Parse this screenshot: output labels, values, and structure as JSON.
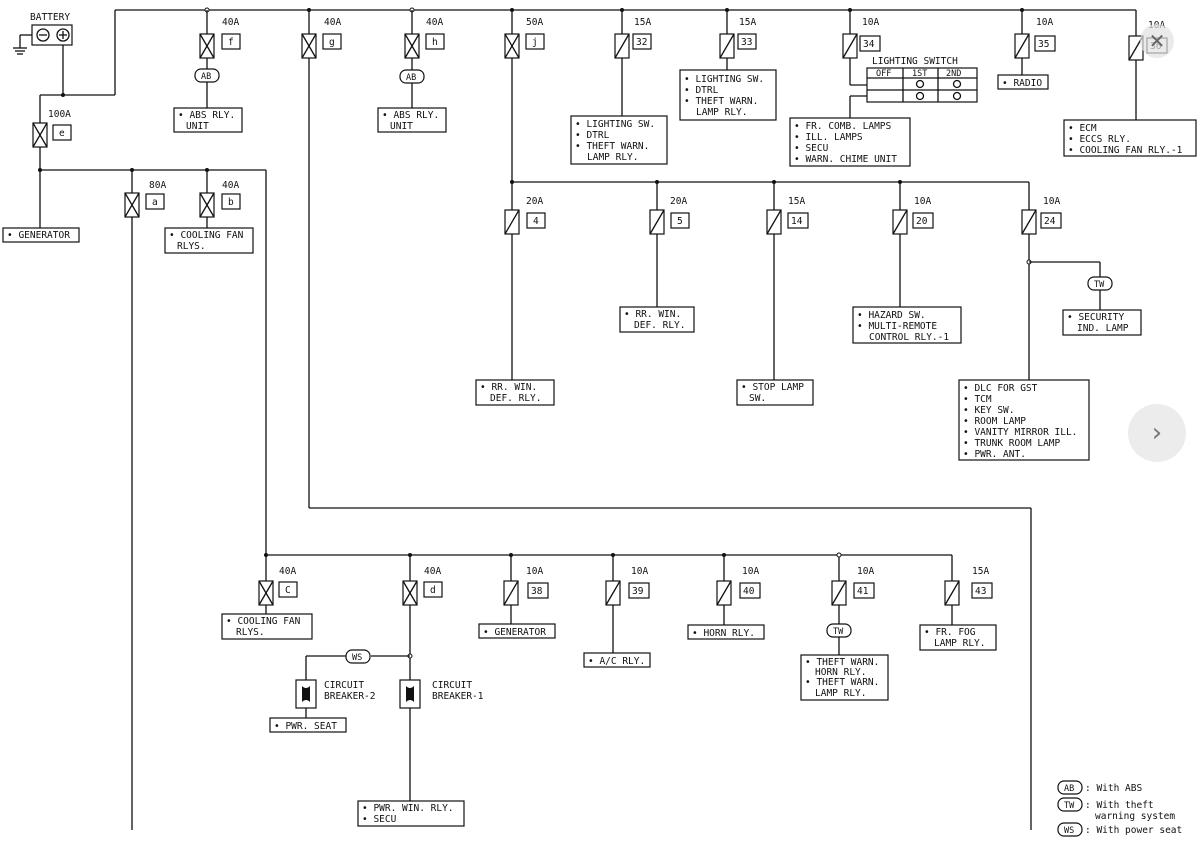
{
  "battery": {
    "label": "BATTERY"
  },
  "fusible_links": [
    {
      "id": "e",
      "rating": "100A"
    },
    {
      "id": "a",
      "rating": "80A"
    },
    {
      "id": "b",
      "rating": "40A"
    },
    {
      "id": "f",
      "rating": "40A"
    },
    {
      "id": "g",
      "rating": "40A"
    },
    {
      "id": "h",
      "rating": "40A"
    },
    {
      "id": "j",
      "rating": "50A"
    },
    {
      "id": "C",
      "rating": "40A"
    },
    {
      "id": "d",
      "rating": "40A"
    }
  ],
  "fuses": [
    {
      "id": "32",
      "rating": "15A"
    },
    {
      "id": "33",
      "rating": "15A"
    },
    {
      "id": "34",
      "rating": "10A"
    },
    {
      "id": "35",
      "rating": "10A"
    },
    {
      "id": "36",
      "rating": "10A"
    },
    {
      "id": "4",
      "rating": "20A"
    },
    {
      "id": "5",
      "rating": "20A"
    },
    {
      "id": "14",
      "rating": "15A"
    },
    {
      "id": "20",
      "rating": "10A"
    },
    {
      "id": "24",
      "rating": "10A"
    },
    {
      "id": "38",
      "rating": "10A"
    },
    {
      "id": "39",
      "rating": "10A"
    },
    {
      "id": "40",
      "rating": "10A"
    },
    {
      "id": "41",
      "rating": "10A"
    },
    {
      "id": "43",
      "rating": "15A"
    }
  ],
  "loads": {
    "generator_top": [
      "• GENERATOR"
    ],
    "cooling_b": [
      "• COOLING FAN",
      "RLYS."
    ],
    "abs_f": [
      "• ABS RLY.",
      "UNIT"
    ],
    "abs_h": [
      "• ABS RLY.",
      "UNIT"
    ],
    "f32": [
      "• LIGHTING SW.",
      "• DTRL",
      "• THEFT WARN.",
      "LAMP RLY."
    ],
    "f33": [
      "• LIGHTING SW.",
      "• DTRL",
      "• THEFT WARN.",
      "LAMP RLY."
    ],
    "f34": [
      "• FR. COMB. LAMPS",
      "• ILL. LAMPS",
      "• SECU",
      "• WARN. CHIME UNIT"
    ],
    "f35": [
      "• RADIO"
    ],
    "f36": [
      "• ECM",
      "• ECCS RLY.",
      "• COOLING FAN RLY.-1"
    ],
    "f4": [
      "• RR. WIN.",
      "DEF. RLY."
    ],
    "f5": [
      "• RR. WIN.",
      "DEF. RLY."
    ],
    "f14": [
      "• STOP LAMP",
      "SW."
    ],
    "f20": [
      "• HAZARD SW.",
      "• MULTI-REMOTE",
      "CONTROL RLY.-1"
    ],
    "f24_tw": [
      "• SECURITY",
      "IND. LAMP"
    ],
    "f24": [
      "• DLC FOR GST",
      "• TCM",
      "• KEY SW.",
      "• ROOM LAMP",
      "• VANITY MIRROR ILL.",
      "• TRUNK ROOM LAMP",
      "• PWR. ANT."
    ],
    "cooling_c": [
      "• COOLING FAN",
      "RLYS."
    ],
    "f38": [
      "• GENERATOR"
    ],
    "f39": [
      "• A/C RLY."
    ],
    "f40": [
      "• HORN RLY."
    ],
    "f41": [
      "• THEFT WARN.",
      "HORN RLY.",
      "• THEFT WARN.",
      "LAMP RLY."
    ],
    "f43": [
      "• FR. FOG",
      "LAMP RLY."
    ],
    "pwr_seat": [
      "• PWR. SEAT"
    ],
    "pwr_win": [
      "• PWR. WIN. RLY.",
      "• SECU"
    ]
  },
  "lighting_switch": {
    "title": "LIGHTING SWITCH",
    "columns": [
      "OFF",
      "1ST",
      "2ND"
    ]
  },
  "breakers": [
    {
      "label1": "CIRCUIT",
      "label2": "BREAKER-2"
    },
    {
      "label1": "CIRCUIT",
      "label2": "BREAKER-1"
    }
  ],
  "tags": {
    "ab": "AB",
    "tw": "TW",
    "ws": "WS"
  },
  "legend": [
    {
      "code": "AB",
      "text": ": With ABS"
    },
    {
      "code": "TW",
      "text": ": With theft"
    },
    {
      "code": "",
      "text": "warning system"
    },
    {
      "code": "WS",
      "text": ": With power seat"
    }
  ],
  "nav": {
    "next": "›",
    "close": "✕"
  }
}
